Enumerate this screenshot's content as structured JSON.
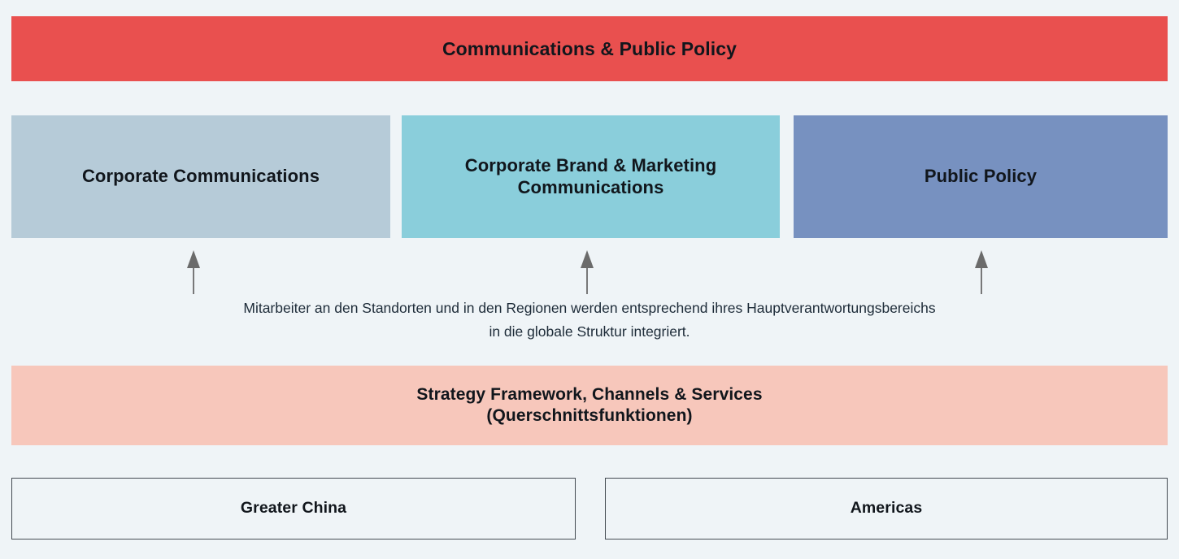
{
  "diagram": {
    "title": "Communications & Public Policy",
    "colors": {
      "background": "#eff4f7",
      "banner": "#e9504f",
      "corporate_communications": "#b6cbd8",
      "brand_marketing": "#8acedb",
      "public_policy": "#7791c0",
      "cross_functions": "#f7c7bb",
      "region_border": "#444b52",
      "arrow": "#6b6b6b",
      "text": "#11161c",
      "caption_text": "#1d2b38"
    },
    "banner": {
      "label": "Communications & Public Policy"
    },
    "divisions": [
      {
        "label": "Corporate Communications"
      },
      {
        "label": "Corporate Brand & Marketing\nCommunications"
      },
      {
        "label": "Public Policy"
      }
    ],
    "arrows": [
      {
        "name": "arrow-up-corporate-communications",
        "direction": "up"
      },
      {
        "name": "arrow-up-brand-marketing",
        "direction": "up"
      },
      {
        "name": "arrow-up-public-policy",
        "direction": "up"
      }
    ],
    "caption": {
      "text": "Mitarbeiter an den Standorten und in den Regionen werden entsprechend ihres Hauptverantwortungsbereichs\nin die globale Struktur integriert."
    },
    "cross_functions": {
      "label": "Strategy Framework, Channels & Services\n(Querschnittsfunktionen)"
    },
    "regions": [
      {
        "label": "Greater China"
      },
      {
        "label": "Americas"
      }
    ]
  }
}
